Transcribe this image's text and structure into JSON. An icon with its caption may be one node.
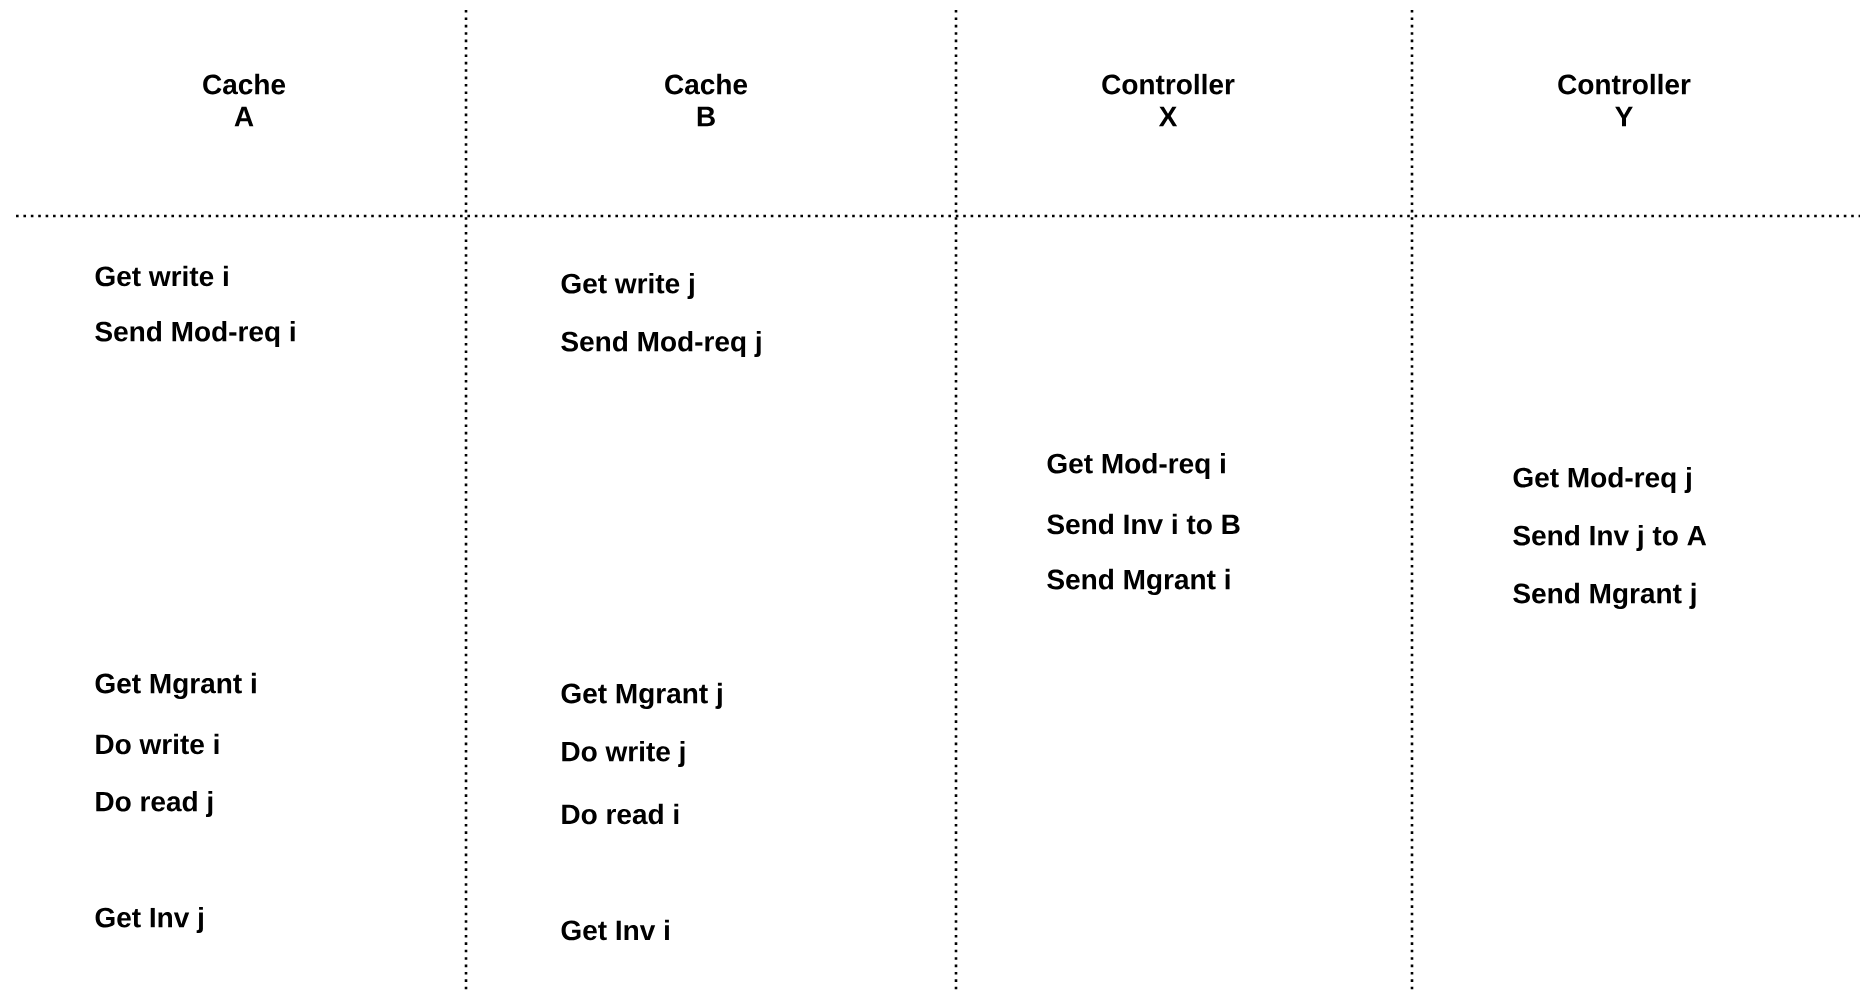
{
  "diagram": {
    "labels": [
      "Cache A",
      "Cache B",
      "Controller X",
      "Controller Y",
      "Get write i",
      "Send Mod-req i",
      "Get Mgrant i",
      "Do write i",
      "Do read  j",
      "Get Inv j",
      "Get write j",
      "Send Mod-req j",
      "Get Mgrant j",
      "Do write j",
      "Do read  i",
      "Get Inv i",
      "Get Mod-req i",
      "Send Inv i to B",
      "Send Mgrant i",
      "Get Mod-req j",
      "Send Inv j to A",
      "Send Mgrant j"
    ]
  }
}
